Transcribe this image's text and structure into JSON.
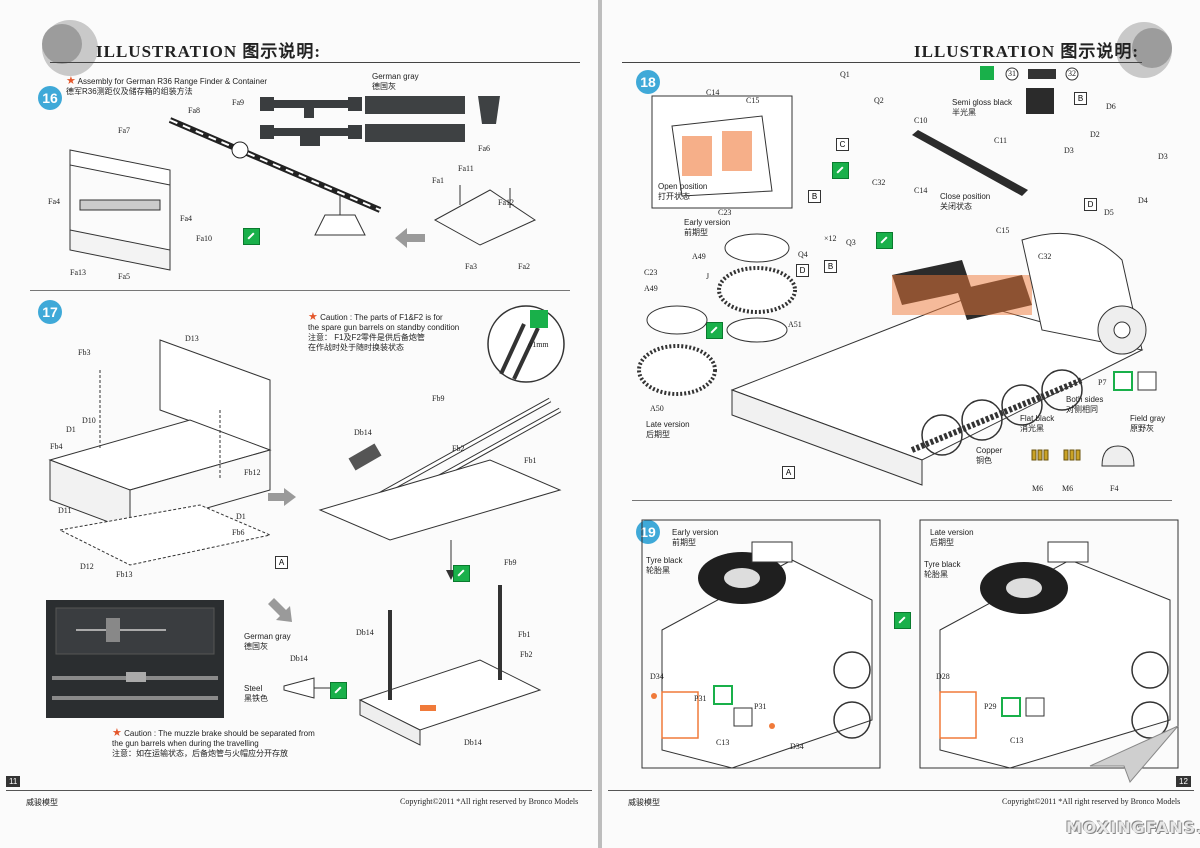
{
  "header": {
    "title": "ILLUSTRATION 图示说明:"
  },
  "left_page": {
    "page_number": "11",
    "footer_brand": "威骏模型",
    "footer_copyright": "Copyright©2011 *All right reserved by Bronco Models",
    "step16": {
      "number": "16",
      "title_en": "Assembly for German R36 Range Finder & Container",
      "title_cn": "德军R36测距仪及储存箱的组装方法",
      "color_en": "German gray",
      "color_cn": "德国灰",
      "labels": [
        "Fa9",
        "Fa8",
        "Fa7",
        "Fa4",
        "Fa4",
        "Fa10",
        "Fa5",
        "Fa13",
        "Fa6",
        "Fa11",
        "Fa1",
        "Fa12",
        "Fa3",
        "Fa2"
      ]
    },
    "step17": {
      "number": "17",
      "caution1_en1": "Caution : The parts of F1&F2 is for",
      "caution1_en2": "the spare gun barrels on standby condition",
      "caution1_cn1": "注意： F1及F2零件是供后备炮管",
      "caution1_cn2": "在作战时处于随时换装状态",
      "dia_label": "ϕ1mm",
      "color1_en": "German gray",
      "color1_cn": "德国灰",
      "color2_en": "Steel",
      "color2_cn": "黑铁色",
      "caution2_en1": "Caution : The muzzle brake should be separated from",
      "caution2_en2": "the gun barrels when during the travelling",
      "caution2_cn": "注意：如在运输状态，后备炮管与火帽应分开存放",
      "box_a": "A",
      "labels": [
        "D13",
        "Fb3",
        "D1",
        "D10",
        "Fb4",
        "Fb12",
        "D11",
        "D1",
        "Fb6",
        "Fb13",
        "D12",
        "Fb9",
        "Db14",
        "Fb2",
        "Fb1",
        "Fb9",
        "Db14",
        "Fb1",
        "Fb2",
        "Db14",
        "Db14"
      ]
    }
  },
  "right_page": {
    "page_number": "12",
    "footer_brand": "威骏模型",
    "footer_copyright": "Copyright©2011 *All right reserved by Bronco Models",
    "watermark": "MOXINGFANS.COM",
    "step18": {
      "number": "18",
      "open_en": "Open position",
      "open_cn": "打开状态",
      "close_en": "Close position",
      "close_cn": "关闭状态",
      "early_en": "Early version",
      "early_cn": "前期型",
      "late_en": "Late version",
      "late_cn": "后期型",
      "semi_en": "Semi gloss black",
      "semi_cn": "半光黑",
      "both_en": "Both sides",
      "both_cn": "对侧相同",
      "flat_en": "Flat black",
      "flat_cn": "消光黑",
      "field_en": "Field gray",
      "field_cn": "原野灰",
      "copper_en": "Copper",
      "copper_cn": "铜色",
      "count12": "×12",
      "color_codes": [
        "31",
        "32"
      ],
      "boxes": [
        "B",
        "C",
        "B",
        "B",
        "D",
        "D",
        "A"
      ],
      "labels": [
        "C14",
        "C15",
        "Q1",
        "Q2",
        "C10",
        "C11",
        "D6",
        "D2",
        "D3",
        "D3",
        "D5",
        "D4",
        "C32",
        "C14",
        "C15",
        "C32",
        "C23",
        "Q4",
        "Q3",
        "A49",
        "J",
        "C23",
        "A49",
        "A51",
        "A50",
        "P7",
        "M6",
        "M6",
        "F4"
      ]
    },
    "step19": {
      "number": "19",
      "early_en": "Early version",
      "early_cn": "前期型",
      "late_en": "Late version",
      "late_cn": "后期型",
      "tyre_en": "Tyre black",
      "tyre_cn": "轮胎黑",
      "labels_left": [
        "D34",
        "P31",
        "P31",
        "D34",
        "C13"
      ],
      "labels_right": [
        "D28",
        "P29",
        "C13"
      ]
    }
  },
  "colors": {
    "step_badge": "#3fa9d8",
    "green_icon": "#19b04a",
    "orange_parts": "#f07a3a",
    "caution_star": "#e4562a"
  }
}
